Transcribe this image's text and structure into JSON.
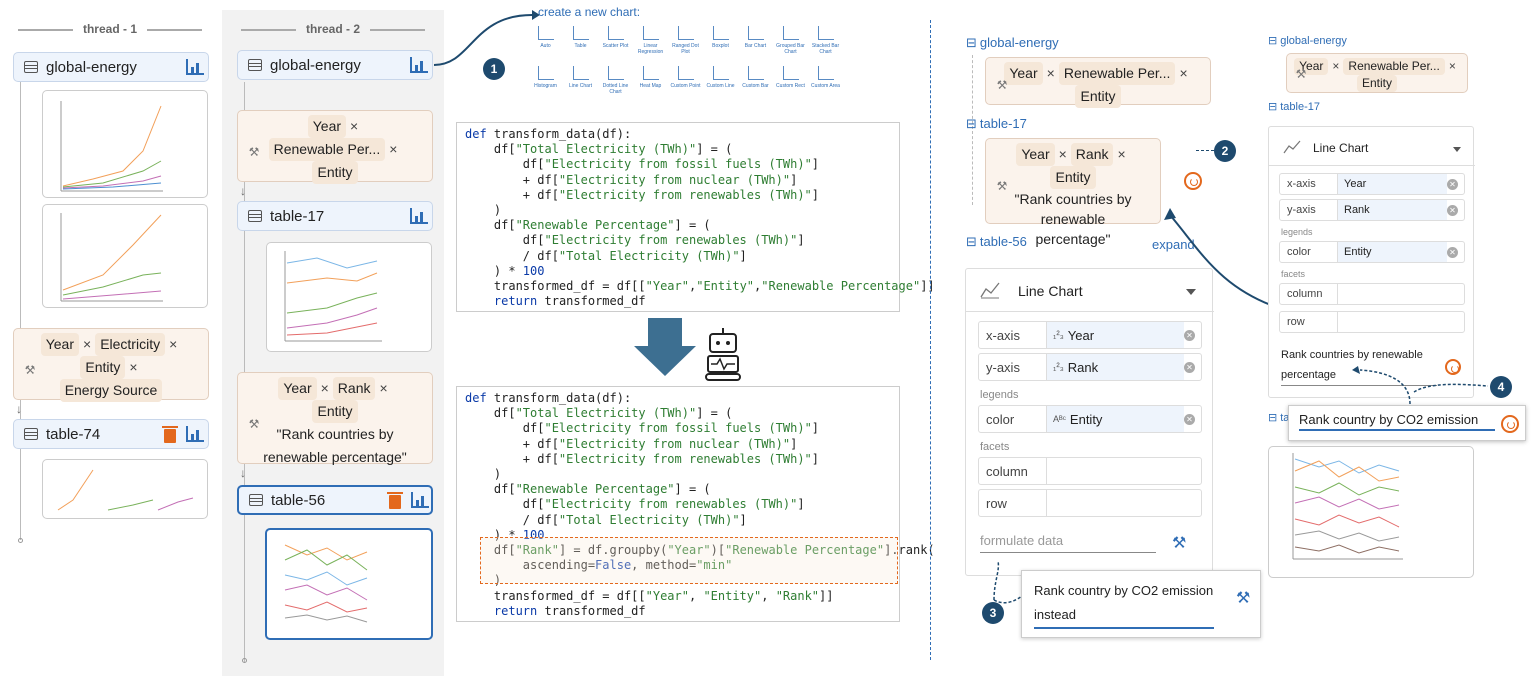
{
  "threads": {
    "t1": "thread - 1",
    "t2": "thread - 2"
  },
  "left": {
    "global_energy": "global-energy",
    "formula1": {
      "c1": "Year",
      "c2": "Electricity",
      "c3": "Entity",
      "c4": "Energy Source",
      "x": "×"
    },
    "table74": "table-74"
  },
  "mid": {
    "global_energy": "global-energy",
    "formula1": {
      "c1": "Year",
      "c2": "Renewable Per...",
      "c3": "Entity",
      "x": "×"
    },
    "table17": "table-17",
    "formula2": {
      "c1": "Year",
      "c2": "Rank",
      "c3": "Entity",
      "quote": "\"Rank countries by renewable percentage\"",
      "x": "×"
    },
    "table56": "table-56"
  },
  "chart_menu": {
    "title": "create a new chart:",
    "items": [
      "Auto",
      "Table",
      "Scatter Plot",
      "Linear Regression",
      "Ranged Dot Plot",
      "Boxplot",
      "Bar Chart",
      "Grouped Bar Chart",
      "Stacked Bar Chart",
      "Histogram",
      "Line Chart",
      "Dotted Line Chart",
      "Heat Map",
      "Custom Point",
      "Custom Line",
      "Custom Bar",
      "Custom Rect",
      "Custom Area"
    ]
  },
  "badges": {
    "b1": "1",
    "b2": "2",
    "b3": "3",
    "b4": "4"
  },
  "code1": [
    "def transform_data(df):",
    "    df[\"Total Electricity (TWh)\"] = (",
    "        df[\"Electricity from fossil fuels (TWh)\"]",
    "        + df[\"Electricity from nuclear (TWh)\"]",
    "        + df[\"Electricity from renewables (TWh)\"]",
    "    )",
    "    df[\"Renewable Percentage\"] = (",
    "        df[\"Electricity from renewables (TWh)\"]",
    "        / df[\"Total Electricity (TWh)\"]",
    "    ) * 100",
    "    transformed_df = df[[\"Year\",\"Entity\",\"Renewable Percentage\"]]",
    "    return transformed_df"
  ],
  "code2": [
    "def transform_data(df):",
    "    df[\"Total Electricity (TWh)\"] = (",
    "        df[\"Electricity from fossil fuels (TWh)\"]",
    "        + df[\"Electricity from nuclear (TWh)\"]",
    "        + df[\"Electricity from renewables (TWh)\"]",
    "    )",
    "    df[\"Renewable Percentage\"] = (",
    "        df[\"Electricity from renewables (TWh)\"]",
    "        / df[\"Total Electricity (TWh)\"]",
    "    ) * 100",
    "    df[\"Rank\"] = df.groupby(\"Year\")[\"Renewable Percentage\"].rank(",
    "        ascending=False, method=\"min\"",
    "    )",
    "    transformed_df = df[[\"Year\", \"Entity\", \"Rank\"]]",
    "    return transformed_df"
  ],
  "right": {
    "global_energy": "global-energy",
    "f1": {
      "c1": "Year",
      "c2": "Renewable Per...",
      "c3": "Entity",
      "x": "×"
    },
    "table17": "table-17",
    "f2": {
      "c1": "Year",
      "c2": "Rank",
      "c3": "Entity",
      "quote": "\"Rank countries by renewable percentage\"",
      "x": "×"
    },
    "table56": "table-56",
    "expand": "expand",
    "enc": {
      "chart_type": "Line Chart",
      "xaxis": "x-axis",
      "xval": "Year",
      "yaxis": "y-axis",
      "yval": "Rank",
      "legends": "legends",
      "color": "color",
      "cval": "Entity",
      "facets": "facets",
      "column": "column",
      "row": "row",
      "formulate": "formulate data",
      "type_num": "₁²₃",
      "type_str": "Aᴮᶜ"
    },
    "prompt": "Rank country by CO2 emission instead"
  },
  "far": {
    "global_energy": "global-energy",
    "f1": {
      "c1": "Year",
      "c2": "Renewable Per...",
      "c3": "Entity",
      "x": "×"
    },
    "table17": "table-17",
    "ta": "ta",
    "enc": {
      "chart_type": "Line Chart",
      "xaxis": "x-axis",
      "xval": "Year",
      "yaxis": "y-axis",
      "yval": "Rank",
      "legends": "legends",
      "color": "color",
      "cval": "Entity",
      "facets": "facets",
      "column": "column",
      "row": "row",
      "prompt_old": "Rank countries by renewable percentage"
    },
    "edit": "Rank country by CO2 emission"
  },
  "colors": {
    "accent": "#2f6db5",
    "orange": "#e3681d",
    "formula_bg": "#fbf3ec",
    "badge": "#1e4a6e"
  }
}
